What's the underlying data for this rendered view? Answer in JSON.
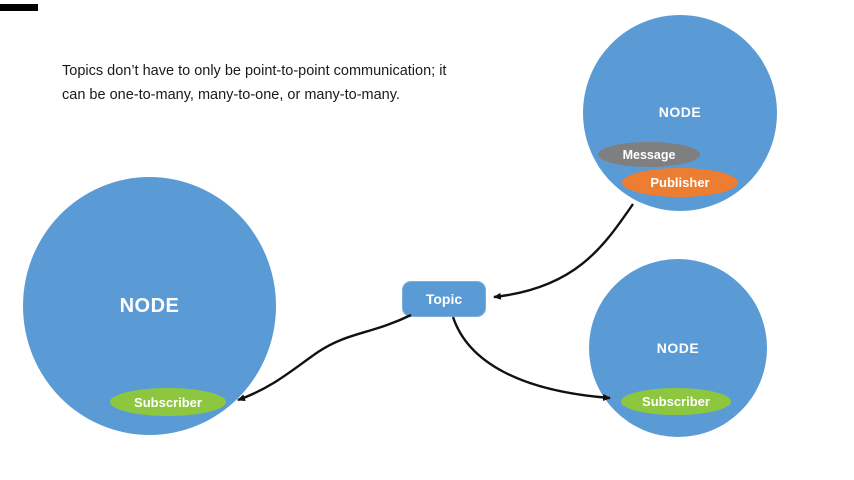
{
  "caption": {
    "line1": "Topics don’t have to only be point-to-point communication; it",
    "line2": "can be one-to-many, many-to-one, or many-to-many."
  },
  "topic_box": {
    "label": "Topic"
  },
  "nodes": {
    "left": {
      "title": "NODE",
      "subscriber_label": "Subscriber"
    },
    "top_right": {
      "title": "NODE",
      "message_label": "Message",
      "publisher_label": "Publisher"
    },
    "bottom_right": {
      "title": "NODE",
      "subscriber_label": "Subscriber"
    }
  },
  "colors": {
    "node_blue": "#5b9bd5",
    "subscriber_green": "#8dc63f",
    "publisher_orange": "#ed7d31",
    "message_gray": "#7f7f7f",
    "arrow_black": "#111111",
    "caption_text": "#1a1a1a"
  }
}
